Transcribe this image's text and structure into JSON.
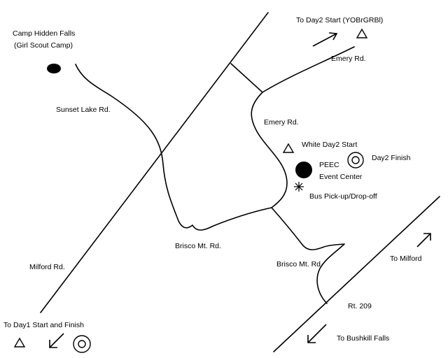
{
  "map": {
    "places": {
      "camp_line1": "Camp Hidden Falls",
      "camp_line2": "(Girl Scout Camp)",
      "peec_line1": "PEEC",
      "peec_line2": "Event Center"
    },
    "roads": {
      "sunset_lake": "Sunset Lake Rd.",
      "emery_top": "Emery Rd.",
      "emery_mid": "Emery Rd.",
      "brisco_left": "Brisco Mt. Rd.",
      "brisco_right": "Brisco Mt. Rd.",
      "milford": "Milford Rd.",
      "rt209": "Rt. 209"
    },
    "labels": {
      "day2_start": "To Day2 Start (YOBrGRBl)",
      "white_day2_start": "White Day2 Start",
      "day2_finish": "Day2 Finish",
      "bus": "Bus Pick-up/Drop-off",
      "to_milford": "To Milford",
      "to_bushkill": "To Bushkill Falls",
      "day1": "To Day1 Start and Finish"
    },
    "icons": [
      "triangle-start-icon",
      "double-circle-finish-icon",
      "filled-circle-icon",
      "asterisk-bus-icon",
      "arrow-icon"
    ]
  }
}
